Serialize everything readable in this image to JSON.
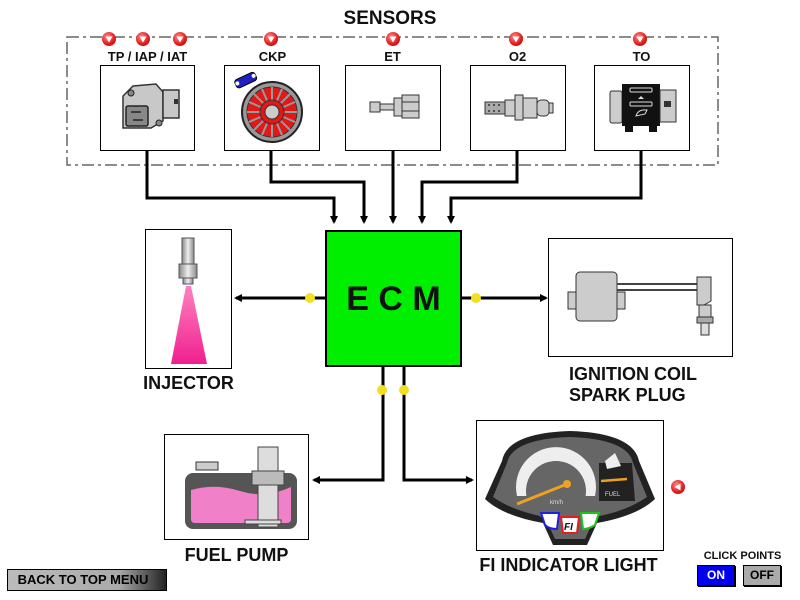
{
  "diagram": {
    "sensors_title": "SENSORS",
    "ecm_label": "E C M",
    "sensors": [
      {
        "id": "tp",
        "label": "TP / IAP / IAT",
        "click_points": 3
      },
      {
        "id": "ckp",
        "label": "CKP",
        "click_points": 1
      },
      {
        "id": "et",
        "label": "ET",
        "click_points": 1
      },
      {
        "id": "o2",
        "label": "O2",
        "click_points": 1
      },
      {
        "id": "to",
        "label": "TO",
        "click_points": 1
      }
    ],
    "outputs": {
      "injector": "INJECTOR",
      "ignition_line1": "IGNITION COIL",
      "ignition_line2": "SPARK PLUG",
      "fuel_pump": "FUEL PUMP",
      "fi_indicator": "FI INDICATOR LIGHT"
    },
    "meter": {
      "speed_unit": "km/h",
      "fuel_label": "FUEL",
      "fi_label": "FI"
    },
    "colors": {
      "ecm": "#00ee00",
      "click_point": "#e01818",
      "junction": "#f0e020",
      "fuel": "#f080c8",
      "on_button": "#0000ee"
    }
  },
  "controls": {
    "back_button": "BACK TO TOP MENU",
    "click_points_label": "CLICK POINTS",
    "on_label": "ON",
    "off_label": "OFF",
    "click_points_state": "ON"
  }
}
